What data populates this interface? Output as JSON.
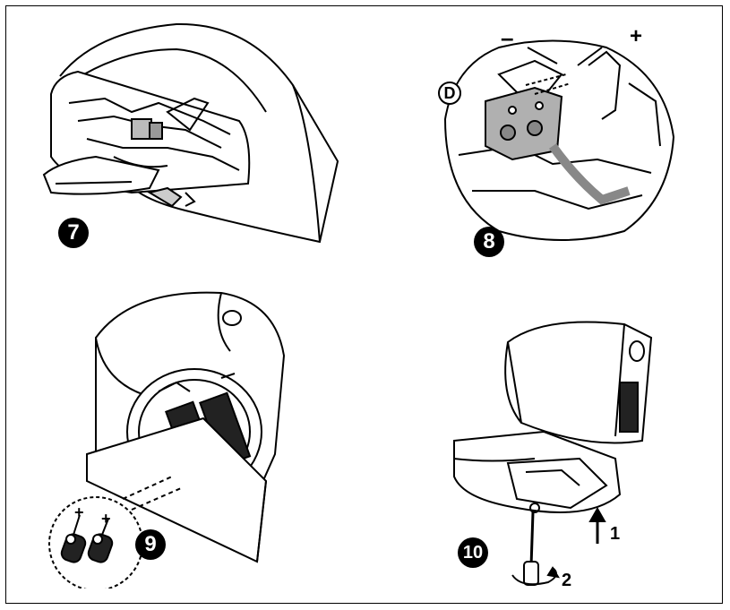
{
  "steps": [
    {
      "number": "7"
    },
    {
      "number": "8",
      "callout": "D",
      "minus": "–",
      "plus": "+"
    },
    {
      "number": "9",
      "battery_plus_1": "+",
      "battery_plus_2": "+"
    },
    {
      "number": "10",
      "arrow_1": "1",
      "arrow_2": "2"
    }
  ]
}
